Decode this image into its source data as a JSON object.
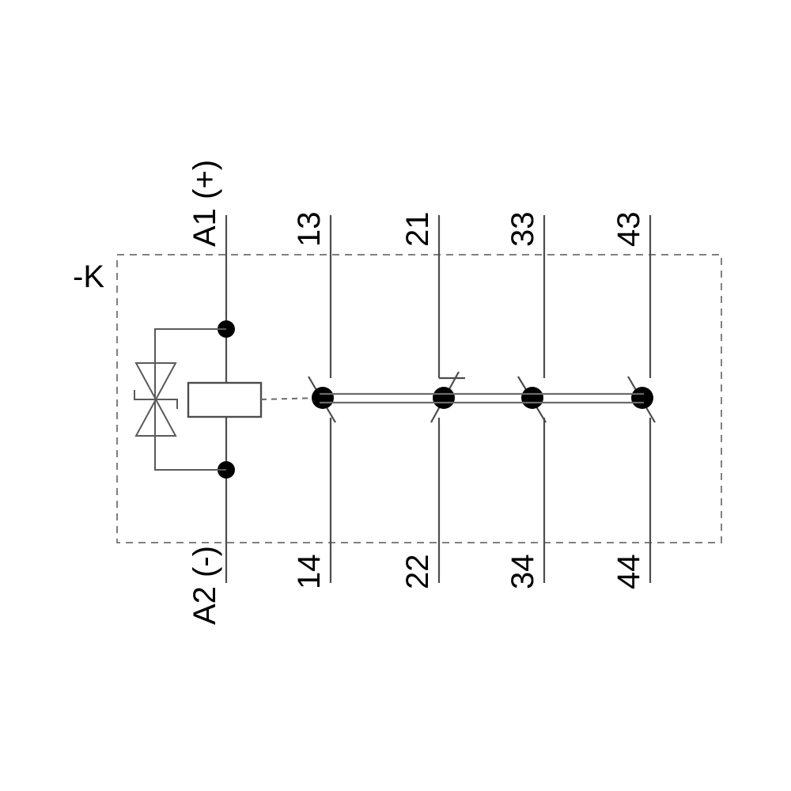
{
  "diagram": {
    "title": "-K",
    "device_designation": "-K",
    "type": "relay-wiring-diagram",
    "colors": {
      "wire": "#4d4d4d",
      "dot": "#000000",
      "enclosure": "#808080",
      "background": "#ffffff"
    },
    "coil": {
      "top_terminal_label": "A1 (+)",
      "bottom_terminal_label": "A2 (-)",
      "symbol": "relay-coil-box",
      "suppressor": "varistor"
    },
    "contacts": [
      {
        "top_label": "13",
        "bottom_label": "14",
        "kind": "normally-open"
      },
      {
        "top_label": "21",
        "bottom_label": "22",
        "kind": "normally-closed"
      },
      {
        "top_label": "33",
        "bottom_label": "34",
        "kind": "normally-open"
      },
      {
        "top_label": "43",
        "bottom_label": "44",
        "kind": "normally-open"
      }
    ]
  }
}
